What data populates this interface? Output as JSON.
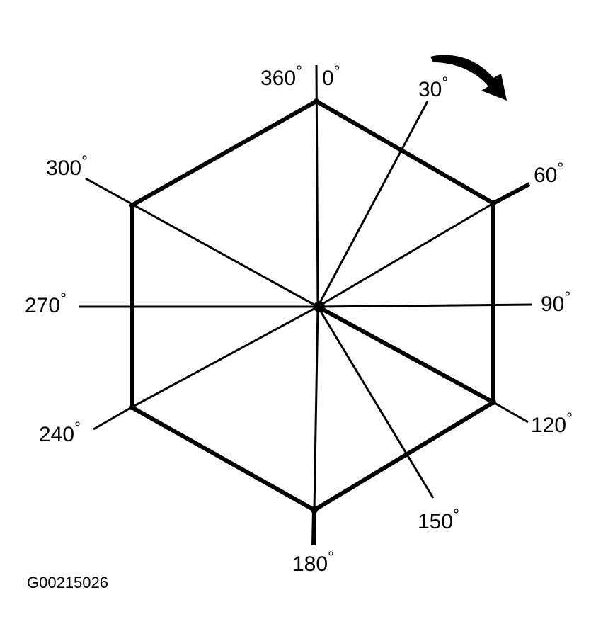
{
  "colors": {
    "ink": "#000000",
    "background": "#ffffff"
  },
  "rotation_direction": "clockwise",
  "degree_symbol": "°",
  "angle_labels": [
    {
      "key": "a0",
      "text": "0"
    },
    {
      "key": "a360",
      "text": "360"
    },
    {
      "key": "a30",
      "text": "30"
    },
    {
      "key": "a60",
      "text": "60"
    },
    {
      "key": "a90",
      "text": "90"
    },
    {
      "key": "a120",
      "text": "120"
    },
    {
      "key": "a150",
      "text": "150"
    },
    {
      "key": "a180",
      "text": "180"
    },
    {
      "key": "a240",
      "text": "240"
    },
    {
      "key": "a270",
      "text": "270"
    },
    {
      "key": "a300",
      "text": "300"
    }
  ],
  "figure_code": "G00215026",
  "icons": {
    "rotation_arrow": "curved-arrow-clockwise-icon"
  }
}
